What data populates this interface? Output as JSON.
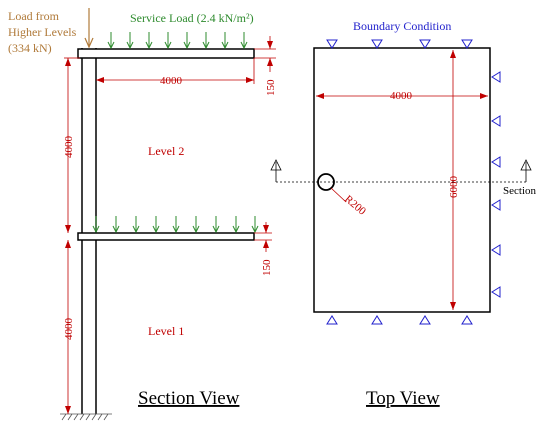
{
  "section_view": {
    "title": "Section View",
    "load_from_higher": [
      "Load from",
      "Higher Levels",
      "(334 kN)"
    ],
    "service_load": "Service Load (2.4 kN/m²)",
    "span_dim": "4000",
    "slab_thickness_top": "150",
    "slab_thickness_bottom": "150",
    "storey_height_upper": "4000",
    "storey_height_lower": "4000",
    "level_2": "Level 2",
    "level_1": "Level 1"
  },
  "top_view": {
    "title": "Top View",
    "boundary_condition": "Boundary Condition",
    "width_dim": "4000",
    "length_dim": "6000",
    "column_radius": "R200",
    "section_label": "Section"
  },
  "colors": {
    "dimension": "#c00000",
    "load_arrow": "#2e8b2e",
    "higher_load": "#b07a3a",
    "support": "#2222cc",
    "structure": "#000000"
  }
}
